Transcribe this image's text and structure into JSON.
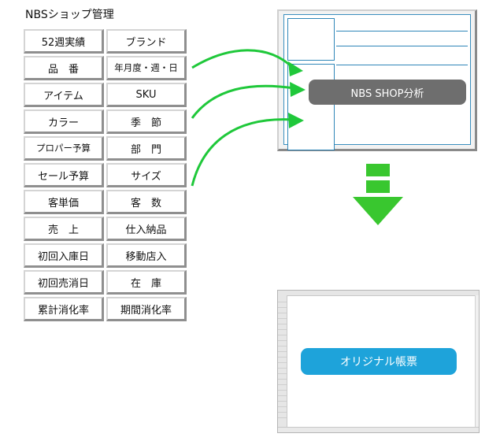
{
  "title": "NBSショップ管理",
  "items": [
    [
      "52週実績",
      "ブランド"
    ],
    [
      "品　番",
      "年月度・週・日"
    ],
    [
      "アイテム",
      "SKU"
    ],
    [
      "カラー",
      "季　節"
    ],
    [
      "プロパー予算",
      "部　門"
    ],
    [
      "セール予算",
      "サイズ"
    ],
    [
      "客単価",
      "客　数"
    ],
    [
      "売　上",
      "仕入納品"
    ],
    [
      "初回入庫日",
      "移動店入"
    ],
    [
      "初回売消日",
      "在　庫"
    ],
    [
      "累計消化率",
      "期間消化率"
    ]
  ],
  "analysis_label": "NBS SHOP分析",
  "report_label": "オリジナル帳票",
  "colors": {
    "arrow_green": "#1fc83a",
    "down_arrow_green": "#39c72f",
    "pane_blue": "#2f86b8",
    "gray_pill": "#6e6e6e",
    "blue_pill": "#1ea3da"
  }
}
